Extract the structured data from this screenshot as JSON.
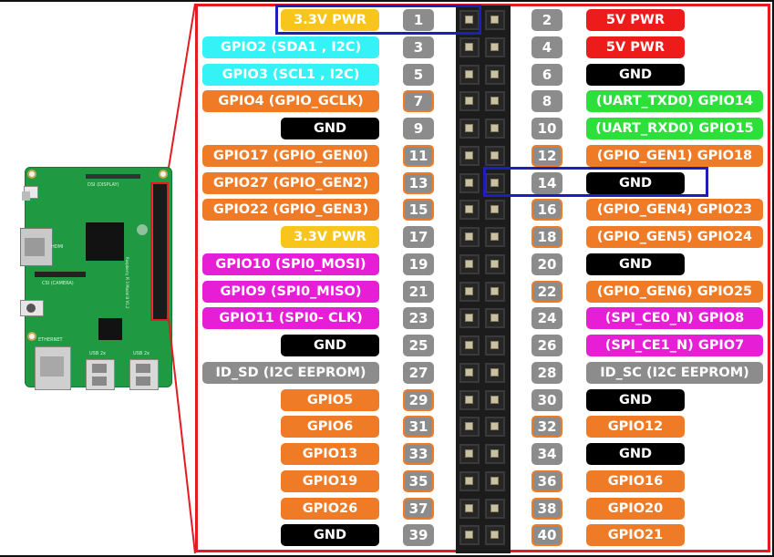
{
  "colors": {
    "power33": "#f7c51b",
    "power5": "#ee1b1b",
    "i2c": "#35f2f7",
    "gpio": "#f07b26",
    "ground": "#000000",
    "uart": "#2ddf3b",
    "spi": "#e61ed6",
    "eeprom": "#8c8c8c",
    "frame": "#e31b23",
    "highlight": "#1c1fba"
  },
  "board": {
    "labels": [
      "DSI (DISPLAY)",
      "HDMI",
      "CSI (CAMERA)",
      "ETHERNET",
      "USB 2x",
      "USB 2x",
      "Raspberry Pi 3 Model B V1.2"
    ]
  },
  "highlights": [
    {
      "name": "3.3V PWR pin 1"
    },
    {
      "name": "GND pin 14"
    }
  ],
  "pins": [
    {
      "left": {
        "num": "1",
        "label": "3.3V PWR",
        "color": "power33",
        "ring": false
      },
      "right": {
        "num": "2",
        "label": "5V PWR",
        "color": "power5",
        "ring": false
      }
    },
    {
      "left": {
        "num": "3",
        "label": "GPIO2 (SDA1 , I2C)",
        "color": "i2c",
        "ring": false
      },
      "right": {
        "num": "4",
        "label": "5V PWR",
        "color": "power5",
        "ring": false
      }
    },
    {
      "left": {
        "num": "5",
        "label": "GPIO3 (SCL1 , I2C)",
        "color": "i2c",
        "ring": false
      },
      "right": {
        "num": "6",
        "label": "GND",
        "color": "ground",
        "ring": false
      }
    },
    {
      "left": {
        "num": "7",
        "label": "GPIO4 (GPIO_GCLK)",
        "color": "gpio",
        "ring": true
      },
      "right": {
        "num": "8",
        "label": "(UART_TXD0) GPIO14",
        "color": "uart",
        "ring": false
      }
    },
    {
      "left": {
        "num": "9",
        "label": "GND",
        "color": "ground",
        "ring": false
      },
      "right": {
        "num": "10",
        "label": "(UART_RXD0) GPIO15",
        "color": "uart",
        "ring": false
      }
    },
    {
      "left": {
        "num": "11",
        "label": "GPIO17 (GPIO_GEN0)",
        "color": "gpio",
        "ring": true
      },
      "right": {
        "num": "12",
        "label": "(GPIO_GEN1) GPIO18",
        "color": "gpio",
        "ring": true
      }
    },
    {
      "left": {
        "num": "13",
        "label": "GPIO27 (GPIO_GEN2)",
        "color": "gpio",
        "ring": true
      },
      "right": {
        "num": "14",
        "label": "GND",
        "color": "ground",
        "ring": false
      }
    },
    {
      "left": {
        "num": "15",
        "label": "GPIO22 (GPIO_GEN3)",
        "color": "gpio",
        "ring": true
      },
      "right": {
        "num": "16",
        "label": "(GPIO_GEN4) GPIO23",
        "color": "gpio",
        "ring": true
      }
    },
    {
      "left": {
        "num": "17",
        "label": "3.3V PWR",
        "color": "power33",
        "ring": false
      },
      "right": {
        "num": "18",
        "label": "(GPIO_GEN5) GPIO24",
        "color": "gpio",
        "ring": true
      }
    },
    {
      "left": {
        "num": "19",
        "label": "GPIO10 (SPI0_MOSI)",
        "color": "spi",
        "ring": false
      },
      "right": {
        "num": "20",
        "label": "GND",
        "color": "ground",
        "ring": false
      }
    },
    {
      "left": {
        "num": "21",
        "label": "GPIO9 (SPI0_MISO)",
        "color": "spi",
        "ring": false
      },
      "right": {
        "num": "22",
        "label": "(GPIO_GEN6) GPIO25",
        "color": "gpio",
        "ring": true
      }
    },
    {
      "left": {
        "num": "23",
        "label": "GPIO11 (SPI0- CLK)",
        "color": "spi",
        "ring": false
      },
      "right": {
        "num": "24",
        "label": "(SPI_CE0_N) GPIO8",
        "color": "spi",
        "ring": false
      }
    },
    {
      "left": {
        "num": "25",
        "label": "GND",
        "color": "ground",
        "ring": false
      },
      "right": {
        "num": "26",
        "label": "(SPI_CE1_N) GPIO7",
        "color": "spi",
        "ring": false
      }
    },
    {
      "left": {
        "num": "27",
        "label": "ID_SD (I2C EEPROM)",
        "color": "eeprom",
        "ring": false
      },
      "right": {
        "num": "28",
        "label": "ID_SC (I2C EEPROM)",
        "color": "eeprom",
        "ring": false
      }
    },
    {
      "left": {
        "num": "29",
        "label": "GPIO5",
        "color": "gpio",
        "ring": true
      },
      "right": {
        "num": "30",
        "label": "GND",
        "color": "ground",
        "ring": false
      }
    },
    {
      "left": {
        "num": "31",
        "label": "GPIO6",
        "color": "gpio",
        "ring": true
      },
      "right": {
        "num": "32",
        "label": "GPIO12",
        "color": "gpio",
        "ring": true
      }
    },
    {
      "left": {
        "num": "33",
        "label": "GPIO13",
        "color": "gpio",
        "ring": true
      },
      "right": {
        "num": "34",
        "label": "GND",
        "color": "ground",
        "ring": false
      }
    },
    {
      "left": {
        "num": "35",
        "label": "GPIO19",
        "color": "gpio",
        "ring": true
      },
      "right": {
        "num": "36",
        "label": "GPIO16",
        "color": "gpio",
        "ring": true
      }
    },
    {
      "left": {
        "num": "37",
        "label": "GPIO26",
        "color": "gpio",
        "ring": true
      },
      "right": {
        "num": "38",
        "label": "GPIO20",
        "color": "gpio",
        "ring": true
      }
    },
    {
      "left": {
        "num": "39",
        "label": "GND",
        "color": "ground",
        "ring": false
      },
      "right": {
        "num": "40",
        "label": "GPIO21",
        "color": "gpio",
        "ring": true
      }
    }
  ]
}
